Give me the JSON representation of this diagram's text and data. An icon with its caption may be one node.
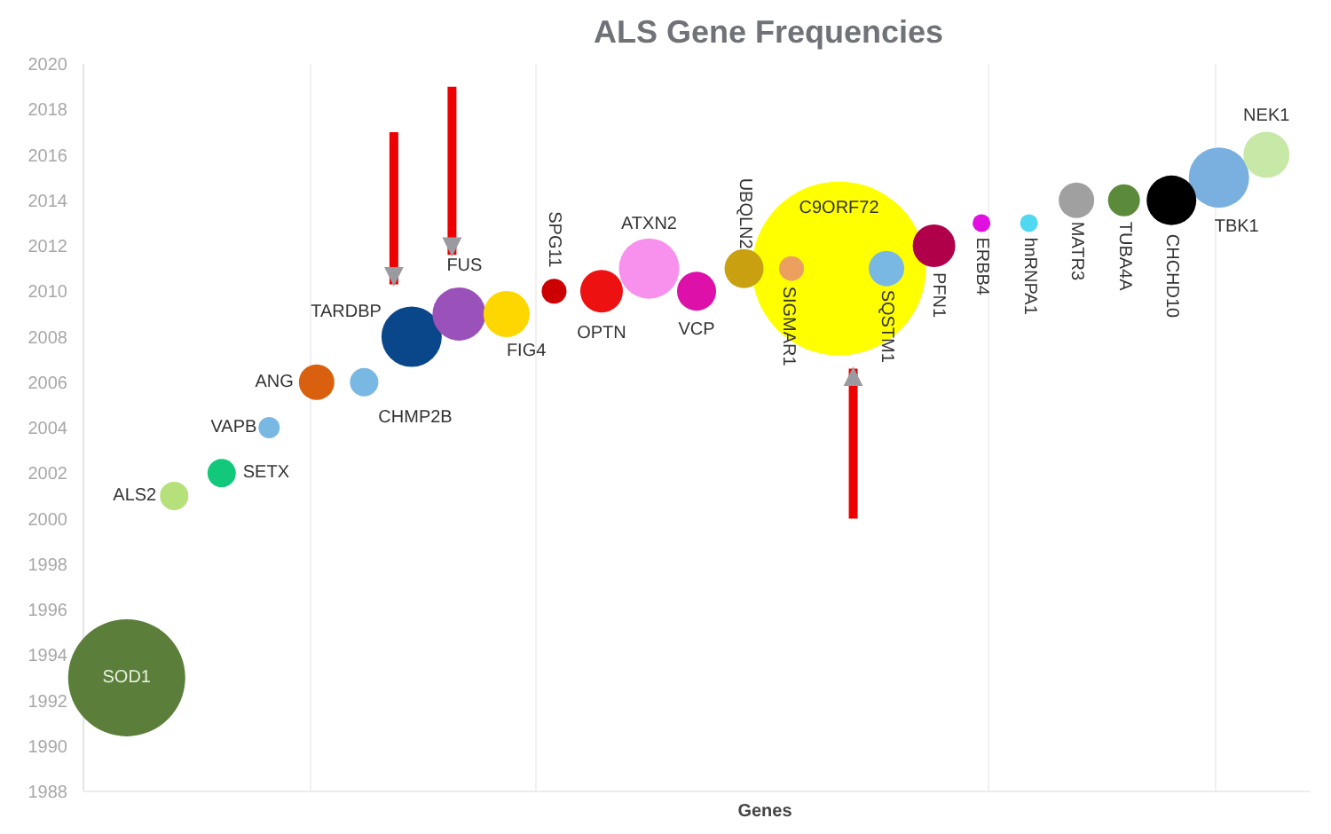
{
  "diagram": {
    "chart_data": {
      "type": "scatter",
      "title": "ALS Gene Frequencies",
      "xlabel": "Genes",
      "categories": [
        null,
        null,
        null,
        null,
        null,
        null,
        null,
        null,
        null,
        null,
        null,
        null,
        null,
        null,
        null,
        null,
        null,
        null,
        null,
        null,
        null,
        null,
        null,
        null,
        null
      ],
      "ylim": [
        1988,
        2020
      ],
      "yticks": [
        1988,
        1990,
        1992,
        1994,
        1996,
        1998,
        2000,
        2002,
        2004,
        2006,
        2008,
        2010,
        2012,
        2014,
        2016,
        2018,
        2020
      ],
      "series": [
        {
          "name": "SOD1",
          "color": "#5b7f3b",
          "values": [
            1993,
            null,
            null,
            null,
            null,
            null,
            null,
            null,
            null,
            null,
            null,
            null,
            null,
            null,
            null,
            null,
            null,
            null,
            null,
            null,
            null,
            null,
            null,
            null,
            null
          ]
        },
        {
          "name": "ALS2",
          "color": "#b5e07a",
          "values": [
            null,
            2001,
            null,
            null,
            null,
            null,
            null,
            null,
            null,
            null,
            null,
            null,
            null,
            null,
            null,
            null,
            null,
            null,
            null,
            null,
            null,
            null,
            null,
            null,
            null
          ]
        },
        {
          "name": "SETX",
          "color": "#12c87a",
          "values": [
            null,
            null,
            2002,
            null,
            null,
            null,
            null,
            null,
            null,
            null,
            null,
            null,
            null,
            null,
            null,
            null,
            null,
            null,
            null,
            null,
            null,
            null,
            null,
            null,
            null
          ]
        },
        {
          "name": "VAPB",
          "color": "#7ab8e4",
          "values": [
            null,
            null,
            null,
            2004,
            null,
            null,
            null,
            null,
            null,
            null,
            null,
            null,
            null,
            null,
            null,
            null,
            null,
            null,
            null,
            null,
            null,
            null,
            null,
            null,
            null
          ]
        },
        {
          "name": "ANG",
          "color": "#d9600f",
          "values": [
            null,
            null,
            null,
            null,
            2006,
            null,
            null,
            null,
            null,
            null,
            null,
            null,
            null,
            null,
            null,
            null,
            null,
            null,
            null,
            null,
            null,
            null,
            null,
            null,
            null
          ]
        },
        {
          "name": "CHMP2B",
          "color": "#7ab8e4",
          "values": [
            null,
            null,
            null,
            null,
            null,
            2006,
            null,
            null,
            null,
            null,
            null,
            null,
            null,
            null,
            null,
            null,
            null,
            null,
            null,
            null,
            null,
            null,
            null,
            null,
            null
          ]
        },
        {
          "name": "TARDBP",
          "color": "#0a468a",
          "values": [
            null,
            null,
            null,
            null,
            null,
            null,
            2008,
            null,
            null,
            null,
            null,
            null,
            null,
            null,
            null,
            null,
            null,
            null,
            null,
            null,
            null,
            null,
            null,
            null,
            null
          ]
        },
        {
          "name": "FUS",
          "color": "#9a52ba",
          "values": [
            null,
            null,
            null,
            null,
            null,
            null,
            null,
            2009,
            null,
            null,
            null,
            null,
            null,
            null,
            null,
            null,
            null,
            null,
            null,
            null,
            null,
            null,
            null,
            null,
            null
          ]
        },
        {
          "name": "FIG4",
          "color": "#ffd700",
          "values": [
            null,
            null,
            null,
            null,
            null,
            null,
            null,
            null,
            2009,
            null,
            null,
            null,
            null,
            null,
            null,
            null,
            null,
            null,
            null,
            null,
            null,
            null,
            null,
            null,
            null
          ]
        },
        {
          "name": "SPG11",
          "color": "#cc0000",
          "values": [
            null,
            null,
            null,
            null,
            null,
            null,
            null,
            null,
            null,
            2010,
            null,
            null,
            null,
            null,
            null,
            null,
            null,
            null,
            null,
            null,
            null,
            null,
            null,
            null,
            null
          ]
        },
        {
          "name": "OPTN",
          "color": "#ee1111",
          "values": [
            null,
            null,
            null,
            null,
            null,
            null,
            null,
            null,
            null,
            null,
            2010,
            null,
            null,
            null,
            null,
            null,
            null,
            null,
            null,
            null,
            null,
            null,
            null,
            null,
            null
          ]
        },
        {
          "name": "ATXN2",
          "color": "#f890ee",
          "values": [
            null,
            null,
            null,
            null,
            null,
            null,
            null,
            null,
            null,
            null,
            null,
            2011,
            null,
            null,
            null,
            null,
            null,
            null,
            null,
            null,
            null,
            null,
            null,
            null,
            null
          ]
        },
        {
          "name": "VCP",
          "color": "#dd10aa",
          "values": [
            null,
            null,
            null,
            null,
            null,
            null,
            null,
            null,
            null,
            null,
            null,
            null,
            2010,
            null,
            null,
            null,
            null,
            null,
            null,
            null,
            null,
            null,
            null,
            null,
            null
          ]
        },
        {
          "name": "UBQLN2",
          "color": "#c8a010",
          "values": [
            null,
            null,
            null,
            null,
            null,
            null,
            null,
            null,
            null,
            null,
            null,
            null,
            null,
            2011,
            null,
            null,
            null,
            null,
            null,
            null,
            null,
            null,
            null,
            null,
            null
          ]
        },
        {
          "name": "SIGMAR1",
          "color": "#eca060",
          "values": [
            null,
            null,
            null,
            null,
            null,
            null,
            null,
            null,
            null,
            null,
            null,
            null,
            null,
            null,
            2011,
            null,
            null,
            null,
            null,
            null,
            null,
            null,
            null,
            null,
            null
          ]
        },
        {
          "name": "C9ORF72",
          "color": "#ffff00",
          "values": [
            null,
            null,
            null,
            null,
            null,
            null,
            null,
            null,
            null,
            null,
            null,
            null,
            null,
            null,
            null,
            2011,
            null,
            null,
            null,
            null,
            null,
            null,
            null,
            null,
            null
          ]
        },
        {
          "name": "SQSTM1",
          "color": "#7ab8e4",
          "values": [
            null,
            null,
            null,
            null,
            null,
            null,
            null,
            null,
            null,
            null,
            null,
            null,
            null,
            null,
            null,
            null,
            2011,
            null,
            null,
            null,
            null,
            null,
            null,
            null,
            null
          ]
        },
        {
          "name": "PFN1",
          "color": "#b0004a",
          "values": [
            null,
            null,
            null,
            null,
            null,
            null,
            null,
            null,
            null,
            null,
            null,
            null,
            null,
            null,
            null,
            null,
            null,
            2012,
            null,
            null,
            null,
            null,
            null,
            null,
            null
          ]
        },
        {
          "name": "ERBB4",
          "color": "#e010e0",
          "values": [
            null,
            null,
            null,
            null,
            null,
            null,
            null,
            null,
            null,
            null,
            null,
            null,
            null,
            null,
            null,
            null,
            null,
            null,
            2013,
            null,
            null,
            null,
            null,
            null,
            null
          ]
        },
        {
          "name": "hnRNPA1",
          "color": "#50d8f0",
          "values": [
            null,
            null,
            null,
            null,
            null,
            null,
            null,
            null,
            null,
            null,
            null,
            null,
            null,
            null,
            null,
            null,
            null,
            null,
            null,
            2013,
            null,
            null,
            null,
            null,
            null
          ]
        },
        {
          "name": "MATR3",
          "color": "#a0a0a0",
          "values": [
            null,
            null,
            null,
            null,
            null,
            null,
            null,
            null,
            null,
            null,
            null,
            null,
            null,
            null,
            null,
            null,
            null,
            null,
            null,
            null,
            2014,
            null,
            null,
            null,
            null
          ]
        },
        {
          "name": "TUBA4A",
          "color": "#5a8a3a",
          "values": [
            null,
            null,
            null,
            null,
            null,
            null,
            null,
            null,
            null,
            null,
            null,
            null,
            null,
            null,
            null,
            null,
            null,
            null,
            null,
            null,
            null,
            2014,
            null,
            null,
            null
          ]
        },
        {
          "name": "CHCHD10",
          "color": "#000000",
          "values": [
            null,
            null,
            null,
            null,
            null,
            null,
            null,
            null,
            null,
            null,
            null,
            null,
            null,
            null,
            null,
            null,
            null,
            null,
            null,
            null,
            null,
            null,
            2014,
            null,
            null
          ]
        },
        {
          "name": "TBK1",
          "color": "#7ab0e0",
          "values": [
            null,
            null,
            null,
            null,
            null,
            null,
            null,
            null,
            null,
            null,
            null,
            null,
            null,
            null,
            null,
            null,
            null,
            null,
            null,
            null,
            null,
            null,
            null,
            2015,
            null
          ]
        },
        {
          "name": "NEK1",
          "color": "#c8e8a8",
          "values": [
            null,
            null,
            null,
            null,
            null,
            null,
            null,
            null,
            null,
            null,
            null,
            null,
            null,
            null,
            null,
            null,
            null,
            null,
            null,
            null,
            null,
            null,
            null,
            null,
            2016
          ]
        }
      ]
    }
  }
}
